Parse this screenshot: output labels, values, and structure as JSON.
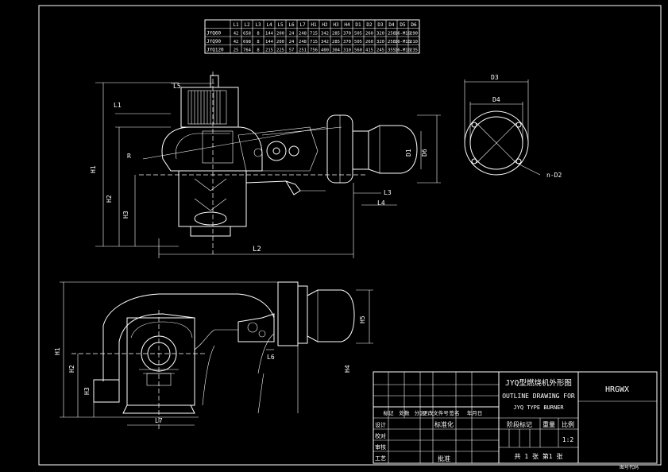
{
  "sheet": {
    "border_color": "#ffffff",
    "background": "#000000"
  },
  "param_table": {
    "headers": [
      "L1",
      "L2",
      "L3",
      "L4",
      "L5",
      "L6",
      "L7",
      "H1",
      "H2",
      "H3",
      "H4",
      "D1",
      "D2",
      "D3",
      "D4",
      "D5",
      "D6"
    ],
    "rows": [
      {
        "model": "JYQ60",
        "values": [
          "42",
          "658",
          "8",
          "144",
          "200",
          "24",
          "248",
          "715",
          "342",
          "285",
          "370",
          "505",
          "260",
          "320",
          "258",
          "16-M10",
          "290"
        ]
      },
      {
        "model": "JYQ90",
        "values": [
          "42",
          "698",
          "8",
          "144",
          "200",
          "24",
          "248",
          "715",
          "342",
          "285",
          "370",
          "505",
          "260",
          "320",
          "258",
          "16-M10",
          "210"
        ]
      },
      {
        "model": "JYQ120",
        "values": [
          "25",
          "764",
          "8",
          "215",
          "225",
          "57",
          "251",
          "756",
          "400",
          "304",
          "310",
          "560",
          "415",
          "245",
          "355",
          "16-M10",
          "235"
        ]
      }
    ]
  },
  "dims_top": [
    "L1",
    "L5",
    "R",
    "H1",
    "H2",
    "H3",
    "L2",
    "L3",
    "L4",
    "D1",
    "D6"
  ],
  "dims_circle": [
    "D3",
    "D4",
    "n-D2"
  ],
  "dims_bottom": [
    "H1",
    "H2",
    "H3",
    "H4",
    "H5",
    "L6",
    "L7"
  ],
  "title_block": {
    "title_cn": "JYQ型燃烧机外形图",
    "title_en_1": "OUTLINE DRAWING FOR",
    "title_en_2": "JYQ TYPE BURNER",
    "company": "HRGWX",
    "rev_headers": [
      "标记",
      "处数",
      "分区",
      "更改文件号",
      "签名",
      "年月日"
    ],
    "roles": [
      "设计",
      "校对",
      "审核",
      "工艺"
    ],
    "std_label": "标准化",
    "approve_label": "批准",
    "stage_label": "阶段标记",
    "weight_label": "重量",
    "scale_label": "比例",
    "scale_value": "1:2",
    "sheets_label": "共 1 张 第1 张",
    "footer_note": "图号代码"
  }
}
